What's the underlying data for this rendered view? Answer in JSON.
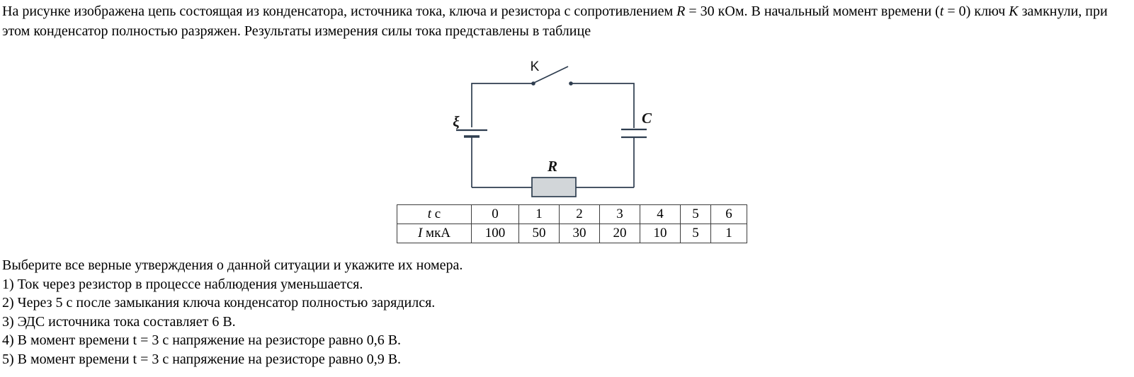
{
  "intro": [
    {
      "t": "На рисунке изображена цепь состоящая из конденсатора, источника тока, ключа и резистора с сопротивлением "
    },
    {
      "t": "R"
    },
    {
      "t": " = 30 кОм. В начальный момент времени ("
    },
    {
      "t": "t"
    },
    {
      "t": " = 0"
    },
    {
      "t": ") ключ "
    },
    {
      "t": "K"
    },
    {
      "t": " замкнули, при этом конденсатор полностью разряжен. Результаты измерения силы тока представлены в таблице"
    }
  ],
  "circuit": {
    "switch_label": "K",
    "emf_label": "ξ",
    "capacitor_label": "C",
    "resistor_label": "R",
    "line_color": "#2e3d4f",
    "resistor_fill": "#d2d6d9"
  },
  "table": {
    "row_time": {
      "var": "t",
      "unit": "с",
      "values": [
        "0",
        "1",
        "2",
        "3",
        "4",
        "5",
        "6"
      ]
    },
    "row_current": {
      "var": "I",
      "unit": "мкА",
      "values": [
        "100",
        "50",
        "30",
        "20",
        "10",
        "5",
        "1"
      ]
    }
  },
  "chart_data": {
    "type": "table",
    "title": "Результаты измерения силы тока",
    "columns": [
      "t, с",
      "I, мкА"
    ],
    "t_s": [
      0,
      1,
      2,
      3,
      4,
      5,
      6
    ],
    "I_uA": [
      100,
      50,
      30,
      20,
      10,
      5,
      1
    ]
  },
  "statements": {
    "prompt": "Выберите все верные утверждения о данной ситуации и укажите их номера.",
    "items": [
      "1) Ток через резистор в процессе наблюдения уменьшается.",
      "2) Через 5 с после замыкания ключа конденсатор полностью зарядился.",
      "3) ЭДС источника тока составляет 6 В.",
      "4) В момент времени t = 3 с напряжение на резисторе равно 0,6 В.",
      "5) В момент времени t = 3 с напряжение на резисторе равно 0,9 В."
    ]
  }
}
